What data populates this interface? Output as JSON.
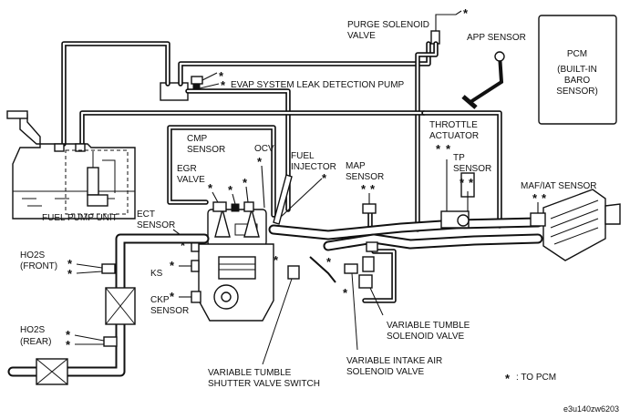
{
  "labels": {
    "pcm": [
      "PCM",
      "(BUILT-IN",
      "BARO",
      "SENSOR)"
    ],
    "app_sensor": "APP SENSOR",
    "purge_solenoid": [
      "PURGE SOLENOID",
      "VALVE"
    ],
    "evap_pump": "EVAP SYSTEM LEAK DETECTION PUMP",
    "cmp_sensor": [
      "CMP",
      "SENSOR"
    ],
    "ocv": "OCV",
    "fuel_injector": [
      "FUEL",
      "INJECTOR"
    ],
    "egr_valve": [
      "EGR",
      "VALVE"
    ],
    "map_sensor": [
      "MAP",
      "SENSOR"
    ],
    "throttle_actuator": [
      "THROTTLE",
      "ACTUATOR"
    ],
    "tp_sensor": [
      "TP",
      "SENSOR"
    ],
    "maf_iat_sensor": "MAF/IAT SENSOR",
    "fuel_pump_unit": "FUEL PUMP UNIT",
    "ect_sensor": [
      "ECT",
      "SENSOR"
    ],
    "ho2s_front": [
      "HO2S",
      "(FRONT)"
    ],
    "ks": "KS",
    "ckp_sensor": [
      "CKP",
      "SENSOR"
    ],
    "ho2s_rear": [
      "HO2S",
      "(REAR)"
    ],
    "variable_tumble_solenoid": [
      "VARIABLE TUMBLE",
      "SOLENOID VALVE"
    ],
    "variable_intake_air_solenoid": [
      "VARIABLE INTAKE AIR",
      "SOLENOID VALVE"
    ],
    "variable_tumble_shutter_switch": [
      "VARIABLE TUMBLE",
      "SHUTTER VALVE SWITCH"
    ],
    "legend_to_pcm": ": TO PCM",
    "asterisk": "*",
    "figure_code": "e3u140zw6203"
  }
}
